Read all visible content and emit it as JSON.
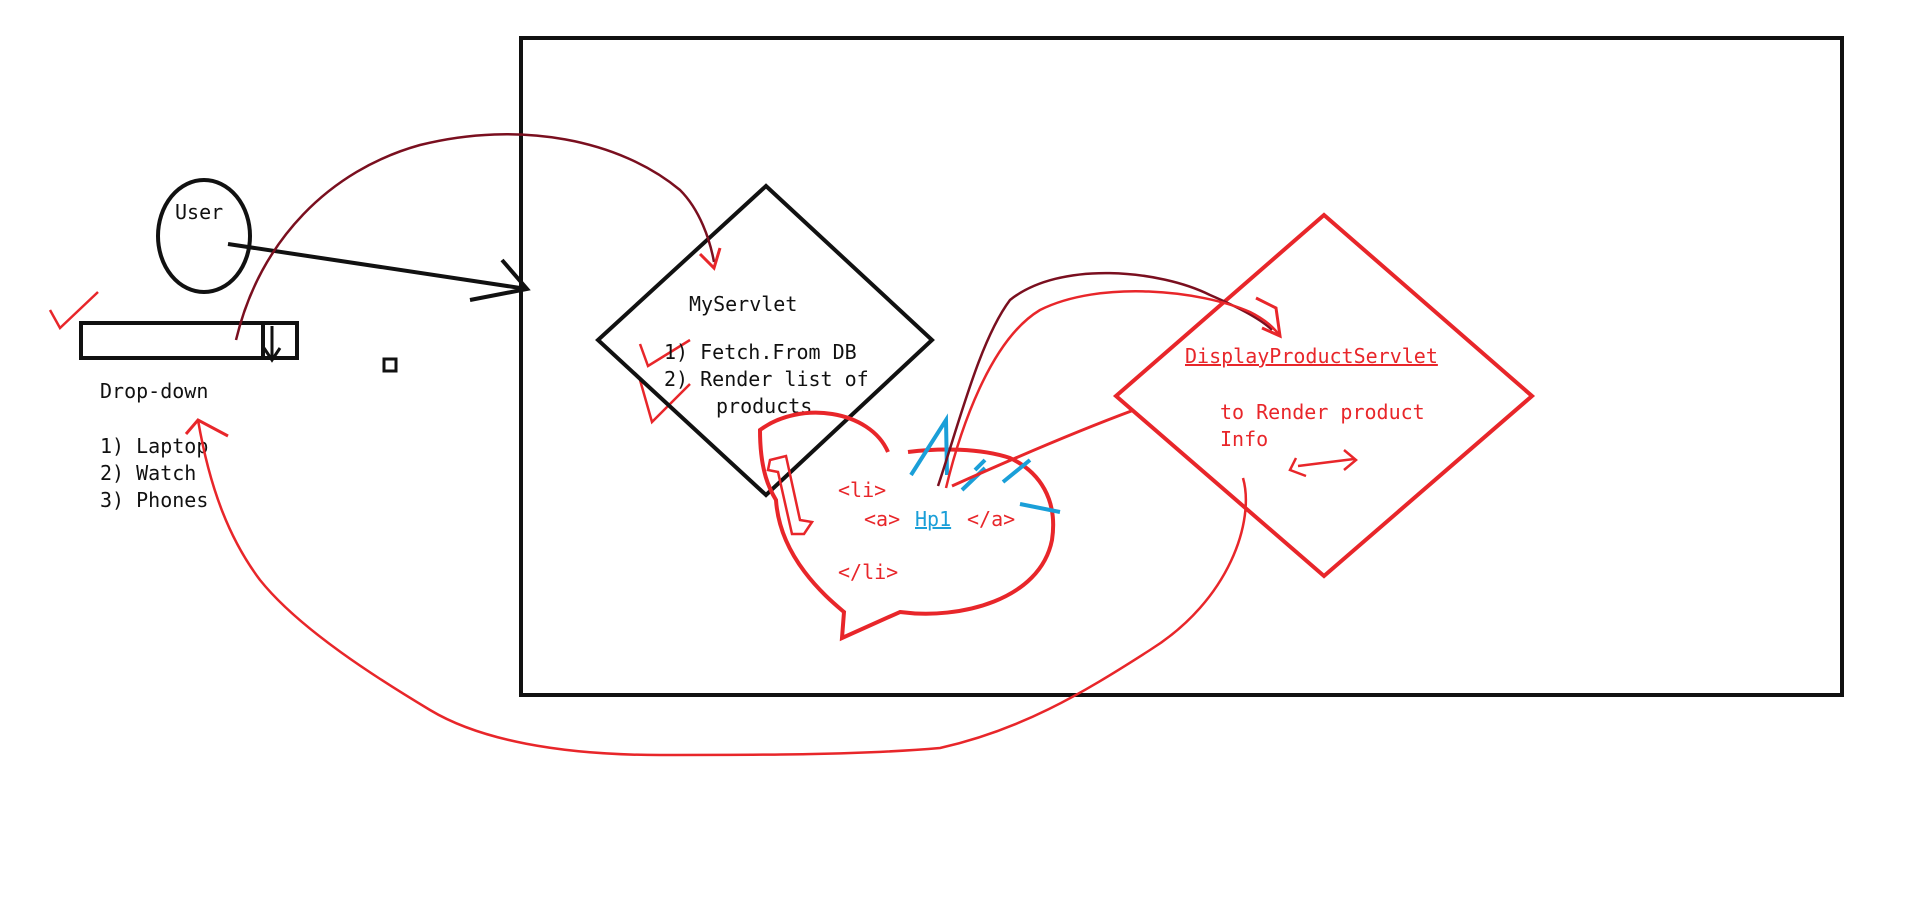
{
  "user": {
    "label": "User"
  },
  "dropdown": {
    "label": "Drop-down",
    "items": [
      "1) Laptop",
      "2) Watch",
      "3) Phones"
    ]
  },
  "my_servlet": {
    "title": "MyServlet",
    "steps": [
      "1) Fetch.From DB",
      "2) Render list of",
      "products"
    ]
  },
  "callout": {
    "open_li": "<li>",
    "open_a": "<a>",
    "link_text": "Hp1",
    "close_a": "</a>",
    "close_li": "</li>"
  },
  "display_servlet": {
    "title": "DisplayProductServlet",
    "desc_line1": "to Render product",
    "desc_line2": "Info"
  },
  "colors": {
    "black": "#111111",
    "red": "#e8262a",
    "dark_red": "#7a0f1f",
    "blue": "#1a9fd8"
  }
}
